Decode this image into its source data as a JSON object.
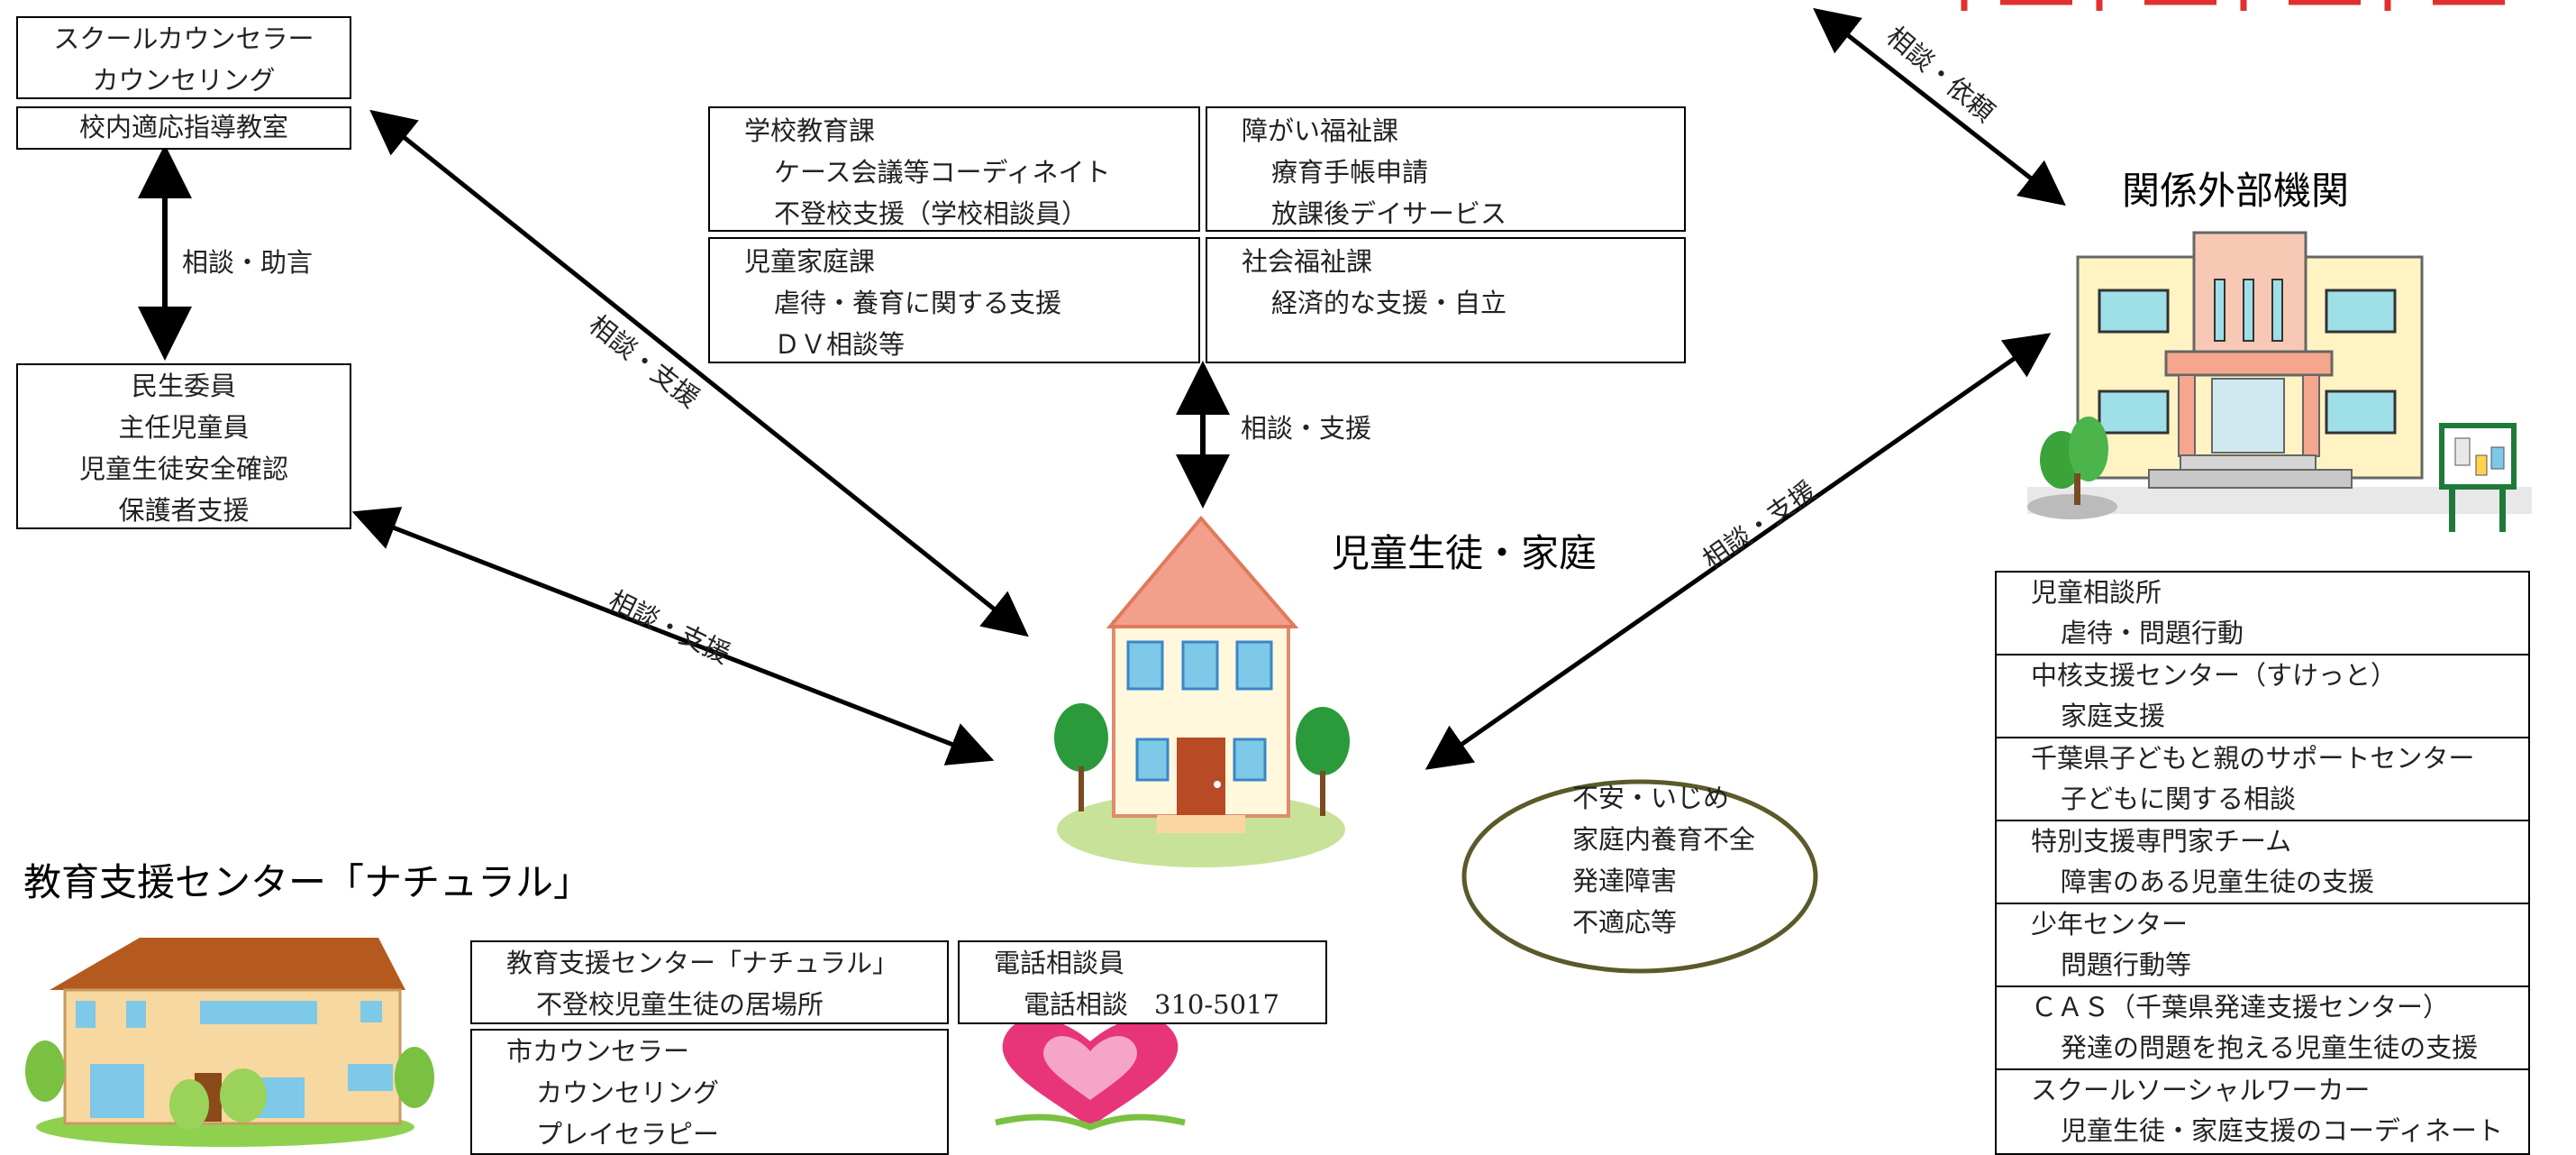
{
  "top_left": {
    "counselor": [
      "スクールカウンセラー",
      "カウンセリング"
    ],
    "classroom": "校内適応指導教室",
    "minsei": [
      "民生委員",
      "主任児童員",
      "児童生徒安全確認",
      "保護者支援"
    ],
    "arrow_vertical_label": "相談・助言",
    "arrow_diag_label": "相談・支援",
    "arrow_minsei_label": "相談・支援"
  },
  "city_offices": {
    "school_edu": [
      "学校教育課",
      "ケース会議等コーディネイト",
      "不登校支援（学校相談員）"
    ],
    "disability": [
      "障がい福祉課",
      "療育手帳申請",
      "放課後デイサービス"
    ],
    "child_family": [
      "児童家庭課",
      "虐待・養育に関する支援",
      "ＤＶ相談等"
    ],
    "social_welfare": [
      "社会福祉課",
      "経済的な支援・自立"
    ],
    "arrow_label": "相談・支援"
  },
  "center": {
    "title": "児童生徒・家庭",
    "issues": [
      "不安・いじめ",
      "家庭内養育不全",
      "発達障害",
      "不適応等"
    ]
  },
  "external": {
    "title": "関係外部機関",
    "arrow_top_label": "相談・依頼",
    "arrow_center_label": "相談・支援",
    "rows": [
      {
        "name": "児童相談所",
        "detail": "虐待・問題行動"
      },
      {
        "name": "中核支援センター（すけっと）",
        "detail": "家庭支援"
      },
      {
        "name": "千葉県子どもと親のサポートセンター",
        "detail": "子どもに関する相談"
      },
      {
        "name": "特別支援専門家チーム",
        "detail": "障害のある児童生徒の支援"
      },
      {
        "name": "少年センター",
        "detail": "問題行動等"
      },
      {
        "name": "ＣＡＳ（千葉県発達支援センター）",
        "detail": "発達の問題を抱える児童生徒の支援"
      },
      {
        "name": "スクールソーシャルワーカー",
        "detail": "児童生徒・家庭支援のコーディネート"
      }
    ]
  },
  "education_center": {
    "title": "教育支援センター「ナチュラル」",
    "box_main": [
      "教育支援センター「ナチュラル」",
      "不登校児童生徒の居場所"
    ],
    "box_phone": [
      "電話相談員",
      "電話相談　310-5017"
    ],
    "box_counselor": [
      "市カウンセラー",
      "カウンセリング",
      "プレイセラピー"
    ]
  },
  "colors": {
    "arrow": "#000000",
    "ellipse_border": "#5a5a2a",
    "roof": "#f2a08c",
    "heart": "#e8357a",
    "red_text": "#e03030"
  }
}
